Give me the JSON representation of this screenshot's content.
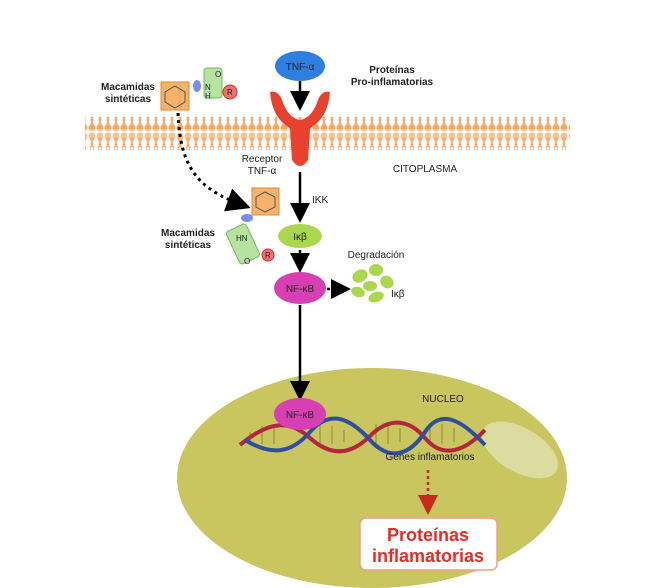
{
  "labels": {
    "tnf_alpha": "TNF-α",
    "proteins_pro_1": "Proteínas",
    "proteins_pro_2": "Pro-inflamatorias",
    "macamidas_top_1": "Macamidas",
    "macamidas_top_2": "sintéticas",
    "macamidas_mid_1": "Macamidas",
    "macamidas_mid_2": "sintéticas",
    "receptor_1": "Receptor",
    "receptor_2": "TNF-α",
    "cytoplasm": "CITOPLASMA",
    "ikk": "IKK",
    "ikb": "Iκβ",
    "nfkb": "NF-κB",
    "degradation": "Degradación",
    "ikb_degraded": "Iκβ",
    "nucleus": "NUCLEO",
    "nfkb_nucleus": "NF-κB",
    "genes": "Genes inflamatorios",
    "output_1": "Proteínas",
    "output_2": "inflamatorias",
    "atom_n": "N",
    "atom_h": "H",
    "atom_o": "O",
    "atom_r": "R",
    "atom_hn": "HN",
    "atom_o2": "O",
    "atom_r2": "R"
  },
  "colors": {
    "membrane": "#f5a55e",
    "tnf": "#2f7fe0",
    "receptor": "#e8412e",
    "ikb": "#a9d84c",
    "nfkb": "#d83fb2",
    "nucleus": "#c9c55f",
    "output_text": "#e52d25"
  }
}
